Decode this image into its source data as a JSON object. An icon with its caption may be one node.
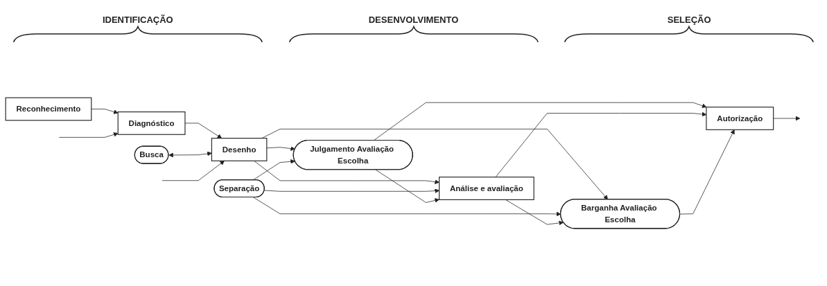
{
  "diagram": {
    "nodes": [
      {
        "text": [
          "Reconhecimento"
        ]
      },
      {
        "text": [
          "Diagnóstico"
        ]
      },
      {
        "text": [
          "Busca"
        ]
      },
      {
        "text": [
          "Desenho"
        ]
      },
      {
        "text": [
          "Separação"
        ]
      },
      {
        "text": [
          "Julgamento Avaliação Escolha"
        ]
      },
      {
        "text": [
          "Análise e avaliação"
        ]
      },
      {
        "text": [
          "Barganha Avaliação Escolha"
        ]
      },
      {
        "text": [
          "Autorização"
        ]
      }
    ],
    "edges": [
      {
        "from": 0,
        "to": 1,
        "arrow": "to"
      },
      {
        "from": 1,
        "to": 3,
        "arrow": "to"
      },
      {
        "from": 2,
        "to": 3,
        "arrow": "both"
      },
      {
        "from": 3,
        "to": 5,
        "arrow": "to"
      },
      {
        "from": 3,
        "to": 6,
        "arrow": "to"
      },
      {
        "from": 3,
        "to": 7,
        "arrow": "to"
      },
      {
        "from": 4,
        "to": 5,
        "arrow": "to"
      },
      {
        "from": 4,
        "to": 6,
        "arrow": "to"
      },
      {
        "from": 4,
        "to": 7,
        "arrow": "to"
      },
      {
        "from": 5,
        "to": 6,
        "arrow": "to"
      },
      {
        "from": 6,
        "to": 7,
        "arrow": "to"
      },
      {
        "from": 5,
        "to": 8,
        "arrow": "to"
      },
      {
        "from": 6,
        "to": 8,
        "arrow": "to"
      },
      {
        "from": 7,
        "to": 8,
        "arrow": "to"
      },
      {
        "from": null,
        "to": 1,
        "arrow": "to"
      },
      {
        "from": null,
        "to": 3,
        "arrow": "to"
      },
      {
        "from": 8,
        "to": null,
        "arrow": "to"
      }
    ],
    "labels": [
      "IDENTIFICAÇÃO",
      "DESENVOLVIMENTO",
      "SELEÇÃO"
    ]
  }
}
